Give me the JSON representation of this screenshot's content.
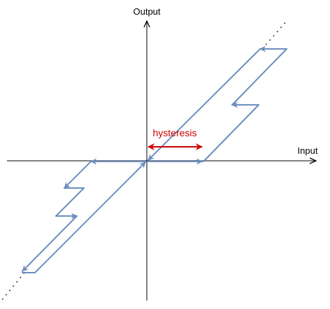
{
  "diagram": {
    "x_axis_label": "Input",
    "y_axis_label": "Output",
    "annotation_label": "hysteresis"
  },
  "colors": {
    "axis": "#000000",
    "path": "#6c8ebf",
    "annotation": "#cc0000",
    "guide": "#333333"
  }
}
